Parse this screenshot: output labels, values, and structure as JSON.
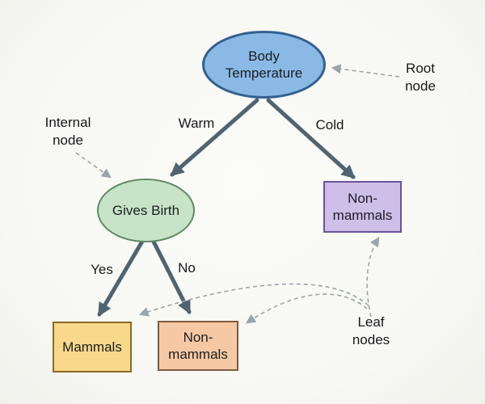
{
  "diagram": {
    "type": "decision-tree",
    "background": "#f8f8f4",
    "text_color": "#1a1d21",
    "edge_color": "#4f6472",
    "annotation_color": "#9aa4ab",
    "nodes": {
      "root": {
        "label": "Body\nTemperature",
        "shape": "ellipse",
        "fill": "#8ab9e6",
        "border": "#33608f"
      },
      "internal": {
        "label": "Gives Birth",
        "shape": "ellipse",
        "fill": "#c8e4c8",
        "border": "#5d8b63"
      },
      "cold_leaf": {
        "label": "Non-\nmammals",
        "shape": "rect",
        "fill": "#cdbfe8",
        "border": "#6c5299"
      },
      "yes_leaf": {
        "label": "Mammals",
        "shape": "rect",
        "fill": "#f8d98b",
        "border": "#8a6b25"
      },
      "no_leaf": {
        "label": "Non-\nmammals",
        "shape": "rect",
        "fill": "#f6c9a4",
        "border": "#7e5a40"
      }
    },
    "branch_labels": {
      "warm": "Warm",
      "cold": "Cold",
      "yes": "Yes",
      "no": "No"
    },
    "annotations": {
      "root_note": "Root\nnode",
      "internal_note": "Internal\nnode",
      "leaf_note": "Leaf\nnodes"
    }
  }
}
